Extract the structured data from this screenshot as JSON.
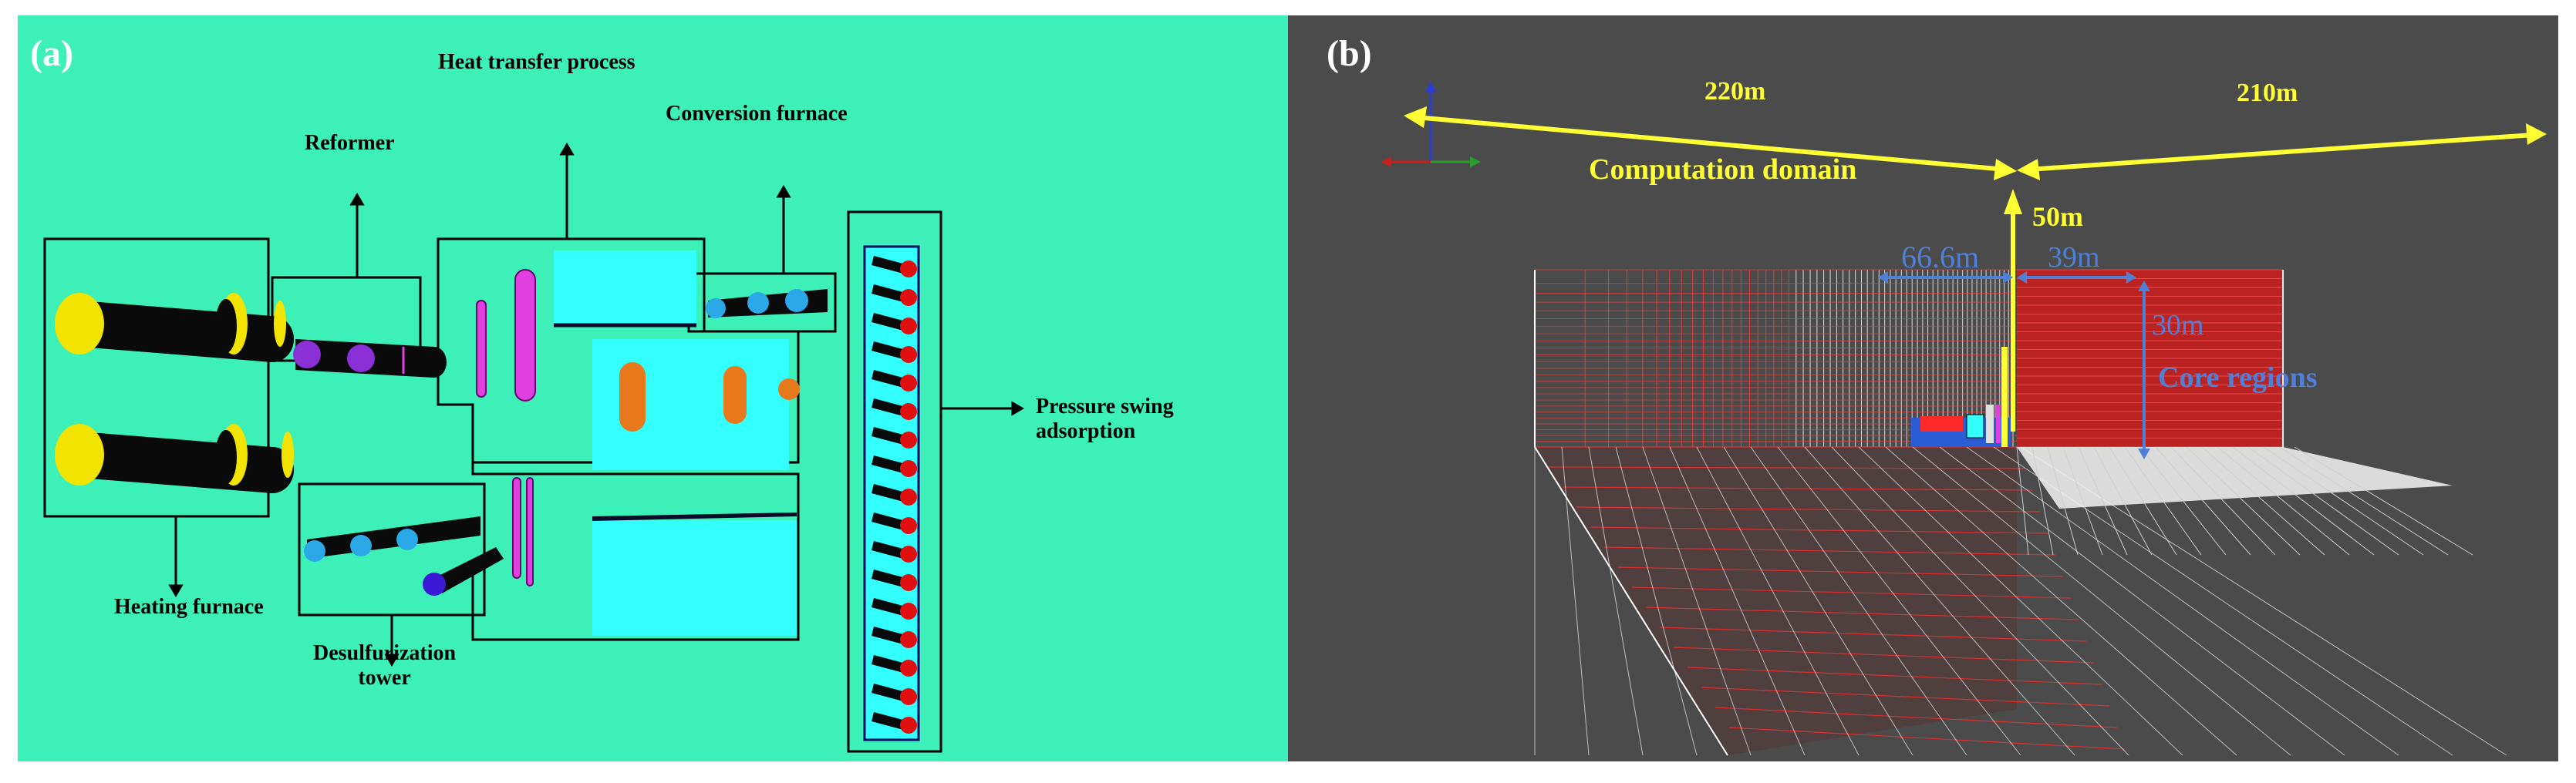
{
  "panel_a": {
    "tag": "(a)",
    "labels": {
      "heat_transfer": "Heat transfer process",
      "reformer": "Reformer",
      "conversion": "Conversion furnace",
      "pressure_swing": "Pressure swing\nadsorption",
      "heating_furnace": "Heating furnace",
      "desulfurization": "Desulfurization\ntower"
    },
    "colors": {
      "background": "#3df0b8",
      "cylinder": "#0a0a0a",
      "cap": "#f2e300",
      "reformer_ball": "#8b2fd6",
      "vessel": "#e040e0",
      "cyan_block": "#33ffff",
      "orange": "#e8781c",
      "red_ball": "#e01010",
      "blue_ball": "#2aa8e8"
    }
  },
  "panel_b": {
    "tag": "(b)",
    "labels": {
      "len_220": "220m",
      "len_210": "210m",
      "computation_domain": "Computation domain",
      "height_50": "50m",
      "len_66": "66.6m",
      "len_39": "39m",
      "height_30": "30m",
      "core_regions": "Core regions"
    },
    "colors": {
      "background": "#4b4b4b",
      "arrow": "#ffff33",
      "annotation": "#4f7fd6",
      "mesh_red": "#ff1a1a",
      "mesh_white": "#ffffff"
    }
  }
}
